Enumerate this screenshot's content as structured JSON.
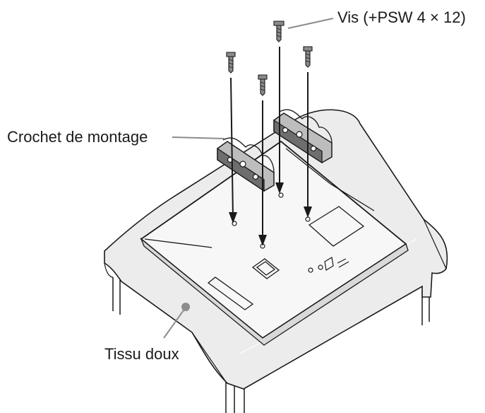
{
  "labels": {
    "screw": "Vis (+PSW 4 × 12)",
    "bracket": "Crochet de montage",
    "cloth": "Tissu doux"
  },
  "colors": {
    "line": "#1a1a1a",
    "cloth_fill": "#ececec",
    "tv_back_fill": "#f7f7f7",
    "bracket_fill": "#bdbdbd",
    "bracket_dark": "#6e6e6e",
    "screw_fill": "#8a8a8a",
    "leader": "#8c8c8c",
    "cloth_dot": "#8c8c8c"
  }
}
